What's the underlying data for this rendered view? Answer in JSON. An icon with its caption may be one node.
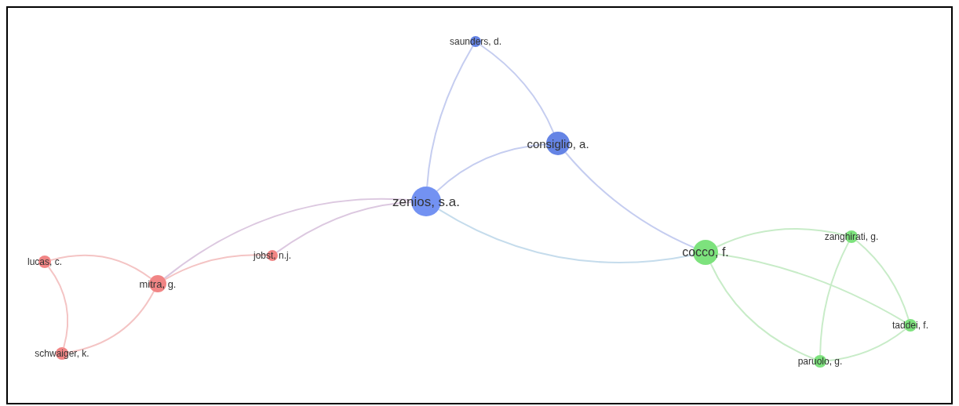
{
  "diagram": {
    "nodes": [
      {
        "text": [
          "saunders, d."
        ]
      },
      {
        "text": [
          "consiglio, a."
        ]
      },
      {
        "text": [
          "zenios, s.a."
        ]
      },
      {
        "text": [
          "jobst, n.j."
        ]
      },
      {
        "text": [
          "lucas, c."
        ]
      },
      {
        "text": [
          "mitra, g."
        ]
      },
      {
        "text": [
          "cocco, f."
        ]
      },
      {
        "text": [
          "zanghirati, g."
        ]
      },
      {
        "text": [
          "schwaiger, k."
        ]
      },
      {
        "text": [
          "taddei, f."
        ]
      },
      {
        "text": [
          "paruolo, g."
        ]
      }
    ],
    "edges": [
      {
        "from": 0,
        "to": 1,
        "arrow": "none",
        "color": "#c5cdf0"
      },
      {
        "from": 0,
        "to": 2,
        "arrow": "none",
        "color": "#c5cdf0"
      },
      {
        "from": 2,
        "to": 1,
        "arrow": "none",
        "color": "#c5cdf0"
      },
      {
        "from": 1,
        "to": 6,
        "arrow": "none",
        "color": "#c5cdf0"
      },
      {
        "from": 2,
        "to": 6,
        "arrow": "none",
        "color": "#c5dcec"
      },
      {
        "from": 2,
        "to": 3,
        "arrow": "none",
        "color": "#dcc8e0"
      },
      {
        "from": 2,
        "to": 5,
        "arrow": "none",
        "color": "#dcc8e0"
      },
      {
        "from": 5,
        "to": 3,
        "arrow": "none",
        "color": "#f4c4c4"
      },
      {
        "from": 5,
        "to": 4,
        "arrow": "none",
        "color": "#f4c4c4"
      },
      {
        "from": 5,
        "to": 8,
        "arrow": "none",
        "color": "#f4c4c4"
      },
      {
        "from": 4,
        "to": 8,
        "arrow": "none",
        "color": "#f4c4c4"
      },
      {
        "from": 6,
        "to": 7,
        "arrow": "none",
        "color": "#c8ecc8"
      },
      {
        "from": 6,
        "to": 9,
        "arrow": "none",
        "color": "#c8ecc8"
      },
      {
        "from": 6,
        "to": 10,
        "arrow": "none",
        "color": "#c8ecc8"
      },
      {
        "from": 7,
        "to": 9,
        "arrow": "none",
        "color": "#c8ecc8"
      },
      {
        "from": 7,
        "to": 10,
        "arrow": "none",
        "color": "#c8ecc8"
      },
      {
        "from": 10,
        "to": 9,
        "arrow": "none",
        "color": "#c8ecc8"
      }
    ]
  }
}
